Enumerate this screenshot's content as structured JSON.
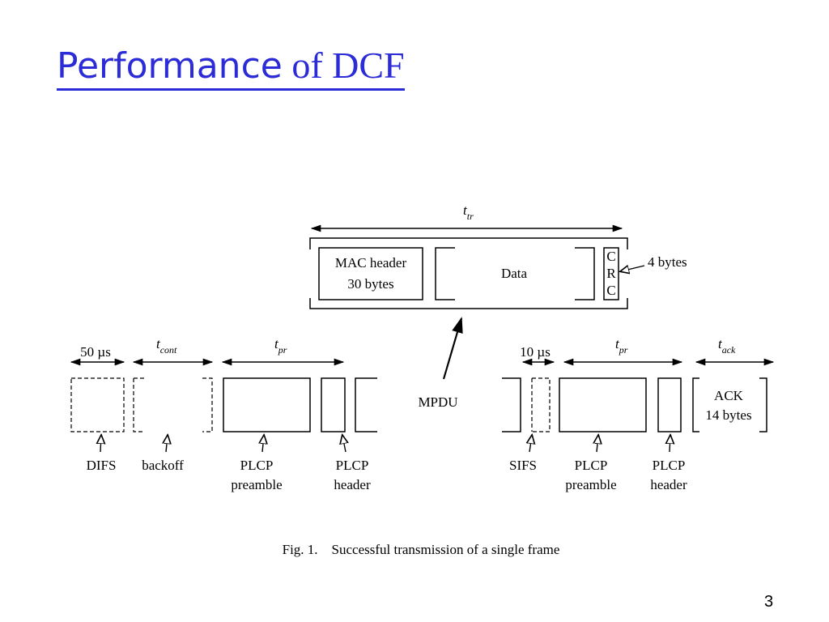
{
  "slide": {
    "title_part1": "Performance",
    "title_part2": " of DCF",
    "page_number": "3"
  },
  "figure": {
    "caption": "Fig. 1.    Successful transmission of a single frame",
    "t_tr": {
      "t": "t",
      "sub": "tr"
    },
    "t_cont": {
      "t": "t",
      "sub": "cont"
    },
    "t_pr": {
      "t": "t",
      "sub": "pr"
    },
    "t_ack": {
      "t": "t",
      "sub": "ack"
    },
    "difs_time": "50 µs",
    "sifs_time": "10 µs",
    "mac_header_line1": "MAC header",
    "mac_header_line2": "30 bytes",
    "data_label": "Data",
    "crc_c1": "C",
    "crc_r": "R",
    "crc_c2": "C",
    "crc_size": "4 bytes",
    "mpdu_label": "MPDU",
    "ack_line1": "ACK",
    "ack_line2": "14 bytes",
    "difs_label": "DIFS",
    "backoff_label": "backoff",
    "plcp": "PLCP",
    "preamble": "preamble",
    "header": "header",
    "sifs_label": "SIFS"
  }
}
